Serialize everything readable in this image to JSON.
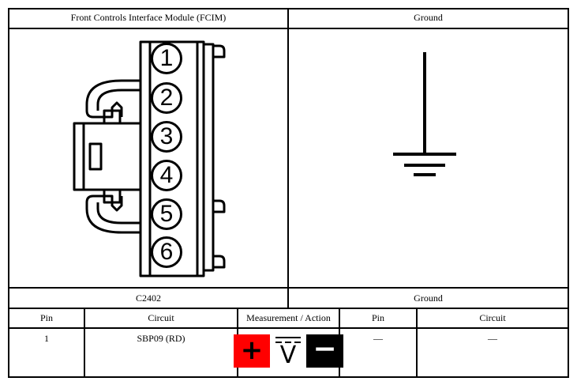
{
  "top_table": {
    "left_header": "Front Controls Interface Module (FCIM)",
    "right_header": "Ground",
    "left_footer": "C2402",
    "right_footer": "Ground",
    "connector_pins": [
      "1",
      "2",
      "3",
      "4",
      "5",
      "6"
    ]
  },
  "bottom_table": {
    "headers": {
      "pin_a": "Pin",
      "circuit_a": "Circuit",
      "measurement": "Measurement / Action",
      "pin_b": "Pin",
      "circuit_b": "Circuit"
    },
    "row": {
      "pin_a": "1",
      "circuit_a": "SBP09 (RD)",
      "pin_b": "—",
      "circuit_b": "—"
    }
  },
  "measurement_icons": {
    "positive_color": "#ff0000",
    "negative_color": "#000000",
    "positive_symbol": "+",
    "negative_symbol": "−",
    "meter_symbol": "V"
  }
}
